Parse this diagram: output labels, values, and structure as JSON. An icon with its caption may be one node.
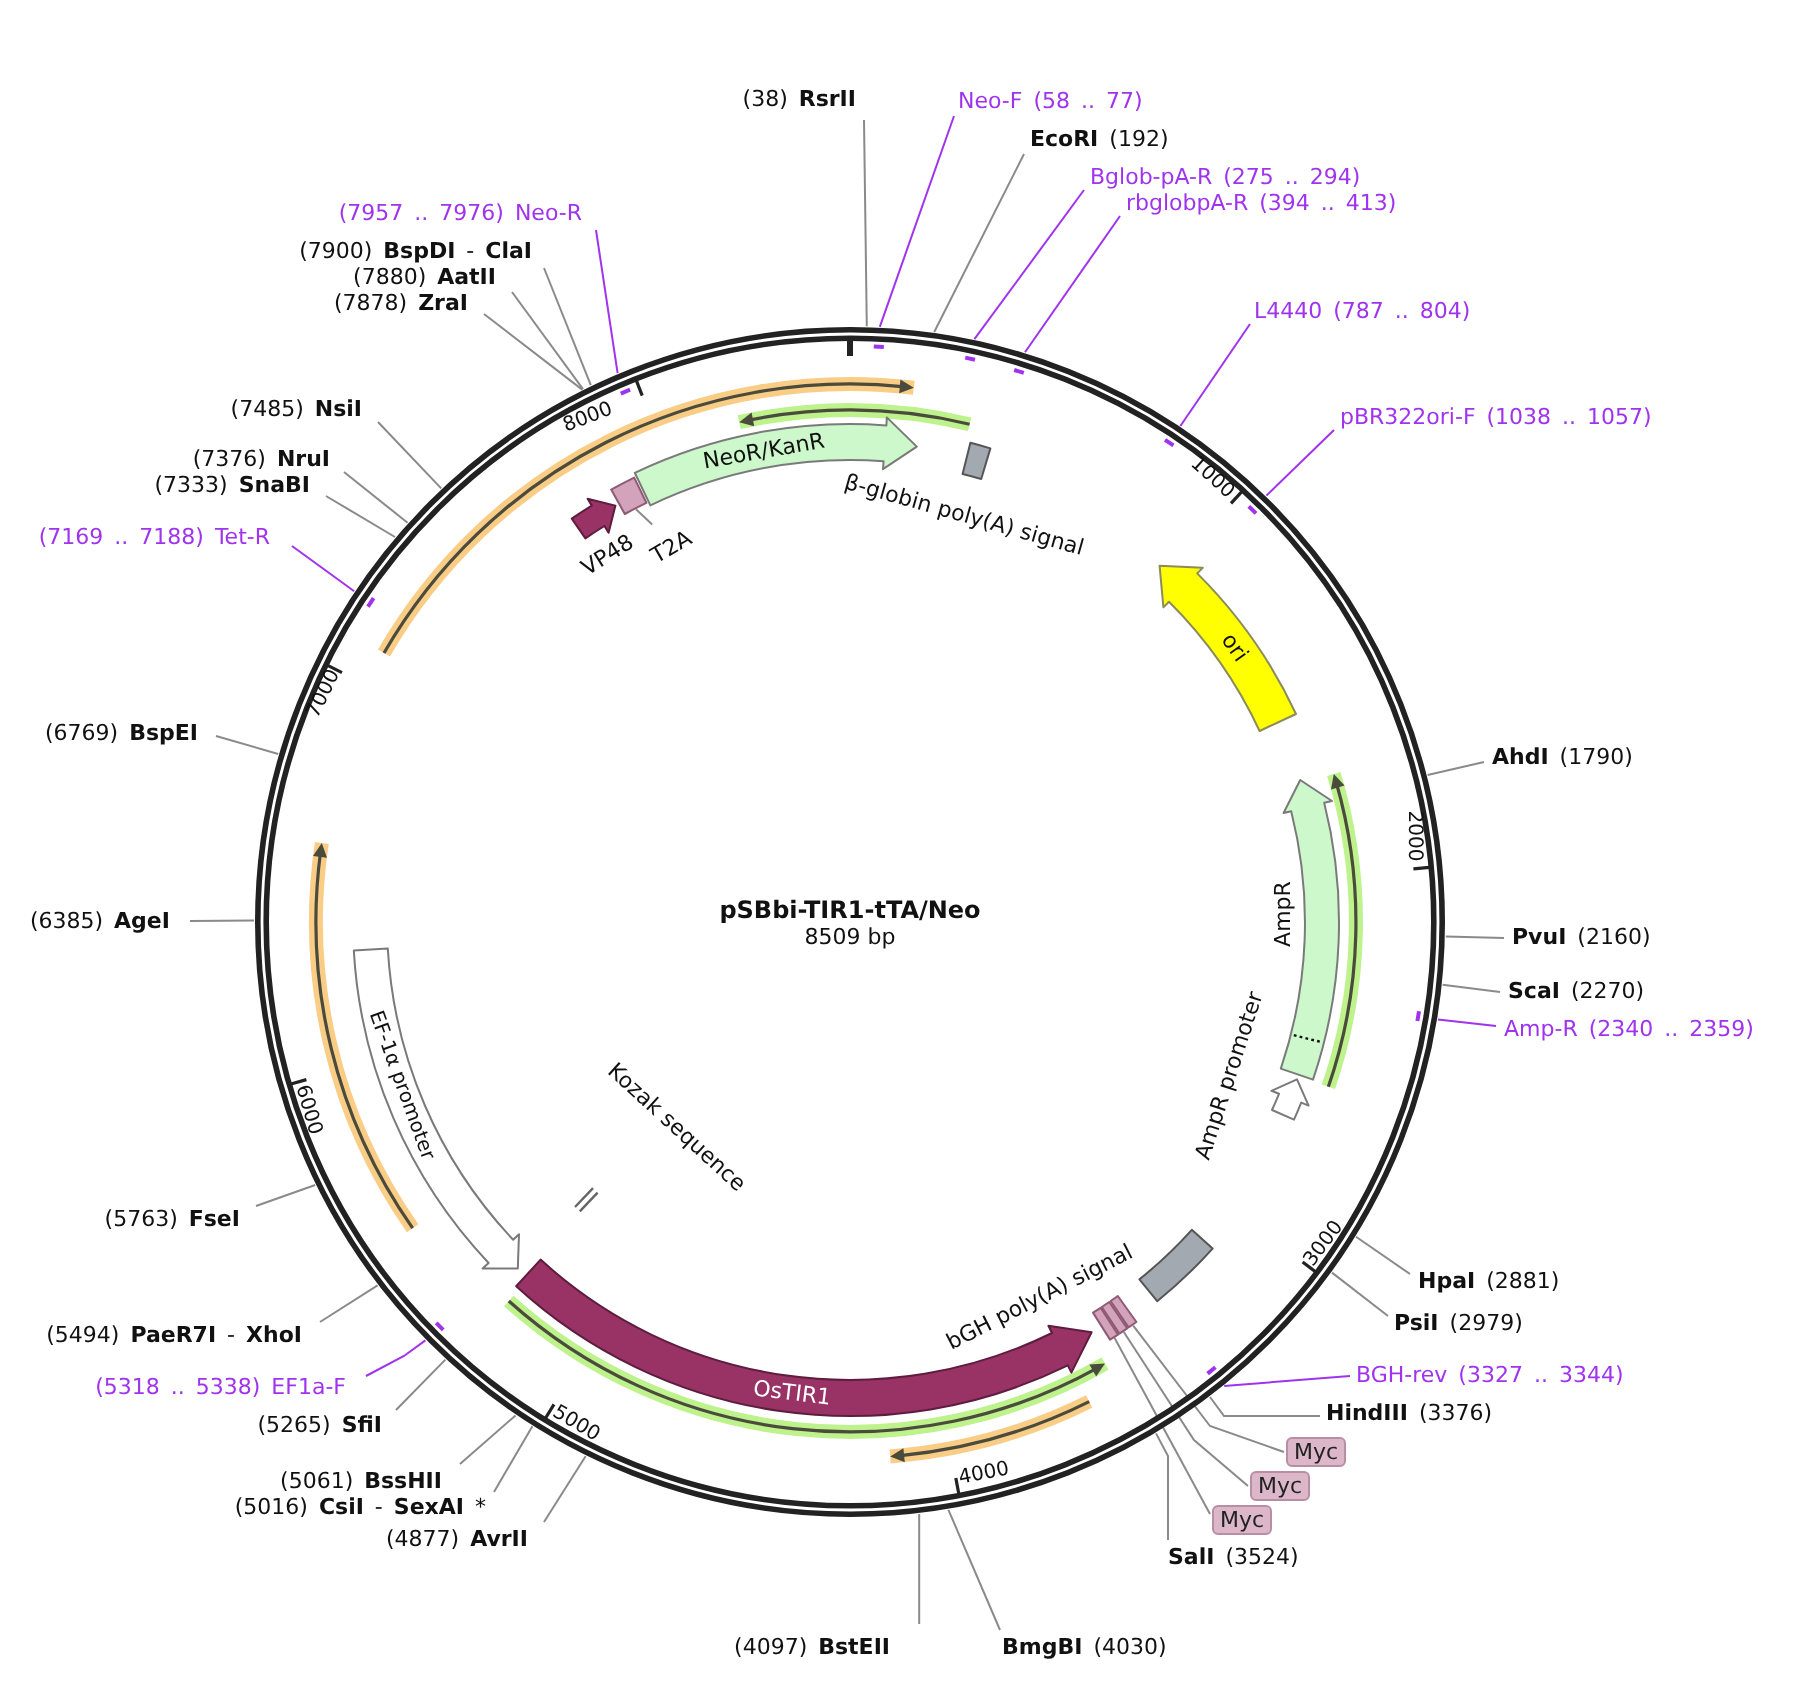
{
  "diagram": {
    "nodes": [
      {
        "text": [
          "pSBbi-TIR1-tTA/Neo",
          "8509 bp"
        ]
      },
      {
        "text": [
          "VP48"
        ],
        "in": 0
      },
      {
        "text": [],
        "shape": "box",
        "in": 0
      },
      {
        "text": [
          "NeoR/KanR"
        ],
        "in": 0
      },
      {
        "text": [
          "β-globin poly(A) signal"
        ],
        "in": 0
      },
      {
        "text": [
          "ori"
        ],
        "in": 0
      },
      {
        "text": [
          "AmpR"
        ],
        "in": 0
      },
      {
        "text": [
          "AmpR promoter"
        ],
        "in": 0
      },
      {
        "text": [
          "bGH poly(A) signal"
        ],
        "in": 0
      },
      {
        "text": [],
        "shape": "box",
        "in": 0
      },
      {
        "text": [],
        "shape": "box",
        "in": 0
      },
      {
        "text": [],
        "shape": "box",
        "in": 0
      },
      {
        "text": [
          "OsTIR1"
        ],
        "in": 0
      },
      {
        "text": [
          "Kozak sequence"
        ],
        "in": 0
      },
      {
        "text": [
          "EF-1α promoter"
        ],
        "in": 0
      },
      {
        "text": [
          "T2A"
        ],
        "in": 0
      },
      {
        "text": [
          "(38) **RsrII**"
        ]
      },
      {
        "text": [
          "Neo-F (58 .. 77)"
        ]
      },
      {
        "text": [
          "**EcoRI** (192)"
        ]
      },
      {
        "text": [
          "Bglob-pA-R (275 .. 294)"
        ]
      },
      {
        "text": [
          "rbglobpA-R (394 .. 413)"
        ]
      },
      {
        "text": [
          "L4440 (787 .. 804)"
        ]
      },
      {
        "text": [
          "pBR322ori-F (1038 .. 1057)"
        ]
      },
      {
        "text": [
          "**AhdI** (1790)"
        ]
      },
      {
        "text": [
          "**PvuI** (2160)"
        ]
      },
      {
        "text": [
          "**ScaI** (2270)"
        ]
      },
      {
        "text": [
          "Amp-R (2340 .. 2359)"
        ]
      },
      {
        "text": [
          "**HpaI** (2881)"
        ]
      },
      {
        "text": [
          "**PsiI** (2979)"
        ]
      },
      {
        "text": [
          "BGH-rev (3327 .. 3344)"
        ]
      },
      {
        "text": [
          "**HindIII** (3376)"
        ]
      },
      {
        "text": [
          "Myc"
        ]
      },
      {
        "text": [
          "Myc"
        ]
      },
      {
        "text": [
          "Myc"
        ]
      },
      {
        "text": [
          "**SalI** (3524)"
        ]
      },
      {
        "text": [
          "**BmgBI** (4030)"
        ]
      },
      {
        "text": [
          "(4097) **BstEII**"
        ]
      },
      {
        "text": [
          "(4877) **AvrII**"
        ]
      },
      {
        "text": [
          "(5016) **CsiI** - **SexAI** *"
        ]
      },
      {
        "text": [
          "(5061) **BssHII**"
        ]
      },
      {
        "text": [
          "(5265) **SfiI**"
        ]
      },
      {
        "text": [
          "(5318 .. 5338) EF1a-F"
        ]
      },
      {
        "text": [
          "(5494) **PaeR7I** - **XhoI**"
        ]
      },
      {
        "text": [
          "(5763) **FseI**"
        ]
      },
      {
        "text": [
          "(6385) **AgeI**"
        ]
      },
      {
        "text": [
          "(6769) **BspEI**"
        ]
      },
      {
        "text": [
          "(7169 .. 7188) Tet-R"
        ]
      },
      {
        "text": [
          "(7333) **SnaBI**"
        ]
      },
      {
        "text": [
          "(7376) **NruI**"
        ]
      },
      {
        "text": [
          "(7485) **NsiI**"
        ]
      },
      {
        "text": [
          "(7878) **ZraI**"
        ]
      },
      {
        "text": [
          "(7880) **AatII**"
        ]
      },
      {
        "text": [
          "(7900) **BspDI** - **ClaI**"
        ]
      },
      {
        "text": [
          "(7957 .. 7976) Neo-R"
        ]
      }
    ],
    "edges": [
      {
        "from": 15,
        "to": 2,
        "arrow": "none"
      },
      {
        "from": 16,
        "to": 0,
        "arrow": "none"
      },
      {
        "from": 17,
        "to": 0,
        "arrow": "none",
        "color": "#a033ee"
      },
      {
        "from": 18,
        "to": 0,
        "arrow": "none"
      },
      {
        "from": 19,
        "to": 0,
        "arrow": "none",
        "color": "#a033ee"
      },
      {
        "from": 20,
        "to": 0,
        "arrow": "none",
        "color": "#a033ee"
      },
      {
        "from": 21,
        "to": 0,
        "arrow": "none",
        "color": "#a033ee"
      },
      {
        "from": 22,
        "to": 0,
        "arrow": "none",
        "color": "#a033ee"
      },
      {
        "from": 23,
        "to": 0,
        "arrow": "none"
      },
      {
        "from": 24,
        "to": 0,
        "arrow": "none"
      },
      {
        "from": 25,
        "to": 0,
        "arrow": "none"
      },
      {
        "from": 26,
        "to": 0,
        "arrow": "none",
        "color": "#a033ee"
      },
      {
        "from": 27,
        "to": 0,
        "arrow": "none"
      },
      {
        "from": 28,
        "to": 0,
        "arrow": "none"
      },
      {
        "from": 29,
        "to": 0,
        "arrow": "none",
        "color": "#a033ee"
      },
      {
        "from": 30,
        "to": 0,
        "arrow": "none"
      },
      {
        "from": 31,
        "to": 11,
        "arrow": "none"
      },
      {
        "from": 32,
        "to": 10,
        "arrow": "none"
      },
      {
        "from": 33,
        "to": 9,
        "arrow": "none"
      },
      {
        "from": 34,
        "to": 0,
        "arrow": "none"
      },
      {
        "from": 35,
        "to": 0,
        "arrow": "none"
      },
      {
        "from": 36,
        "to": 0,
        "arrow": "none"
      },
      {
        "from": 37,
        "to": 0,
        "arrow": "none"
      },
      {
        "from": 38,
        "to": 0,
        "arrow": "none"
      },
      {
        "from": 39,
        "to": 0,
        "arrow": "none"
      },
      {
        "from": 40,
        "to": 0,
        "arrow": "none"
      },
      {
        "from": 41,
        "to": 0,
        "arrow": "none",
        "color": "#a033ee"
      },
      {
        "from": 42,
        "to": 0,
        "arrow": "none"
      },
      {
        "from": 43,
        "to": 0,
        "arrow": "none"
      },
      {
        "from": 44,
        "to": 0,
        "arrow": "none"
      },
      {
        "from": 45,
        "to": 0,
        "arrow": "none"
      },
      {
        "from": 46,
        "to": 0,
        "arrow": "none",
        "color": "#a033ee"
      },
      {
        "from": 47,
        "to": 0,
        "arrow": "none"
      },
      {
        "from": 48,
        "to": 0,
        "arrow": "none"
      },
      {
        "from": 49,
        "to": 0,
        "arrow": "none"
      },
      {
        "from": 50,
        "to": 0,
        "arrow": "none"
      },
      {
        "from": 51,
        "to": 0,
        "arrow": "none"
      },
      {
        "from": 52,
        "to": 0,
        "arrow": "none"
      },
      {
        "from": 53,
        "to": 0,
        "arrow": "none",
        "color": "#a033ee"
      }
    ],
    "labels": [
      "1000",
      "2000",
      "3000",
      "4000",
      "5000",
      "6000",
      "7000",
      "8000"
    ]
  }
}
